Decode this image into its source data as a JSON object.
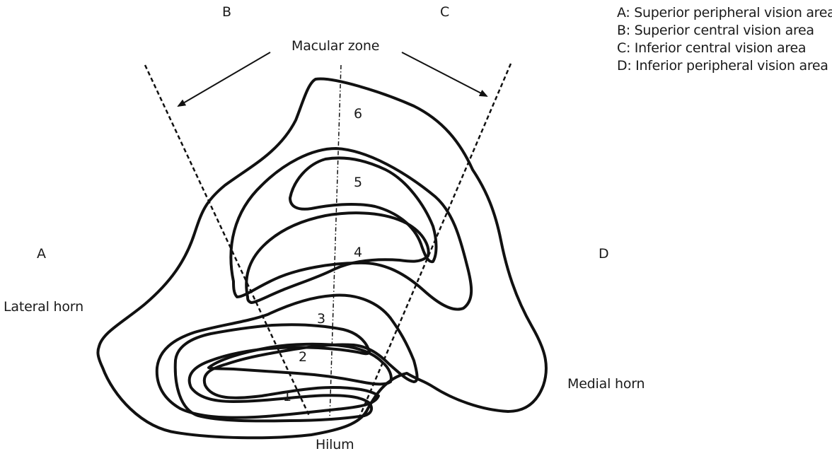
{
  "labels": {
    "top_left_letter": "B",
    "top_right_letter": "C",
    "left_letter": "A",
    "right_letter": "D",
    "macular_zone": "Macular zone",
    "lateral_horn": "Lateral horn",
    "medial_horn": "Medial horn",
    "hilum": "Hilum"
  },
  "layers": [
    "1",
    "2",
    "3",
    "4",
    "5",
    "6"
  ],
  "legend": [
    "A: Superior peripheral vision area",
    "B: Superior central vision area",
    "C: Inferior central vision area",
    "D: Inferior peripheral vision area"
  ],
  "colors": {
    "ink": "#111111",
    "background": "#ffffff"
  }
}
